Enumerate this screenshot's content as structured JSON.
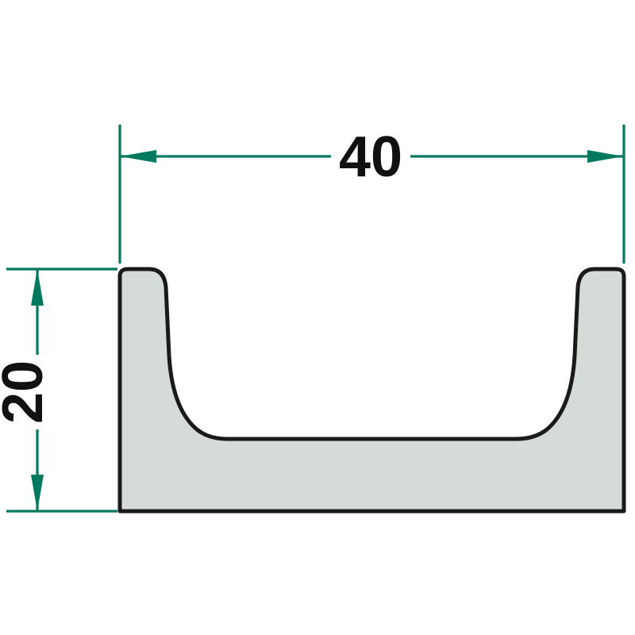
{
  "colors": {
    "dimension_line": "#00795e",
    "profile_fill": "#d5dbd6",
    "profile_outline": "#1a1a1a",
    "label_text": "#111111"
  },
  "drawing": {
    "type": "technical-cross-section",
    "shape": "u-channel-profile",
    "width_dimension": {
      "label": "40",
      "orientation": "horizontal"
    },
    "height_dimension": {
      "label": "20",
      "orientation": "vertical"
    }
  }
}
